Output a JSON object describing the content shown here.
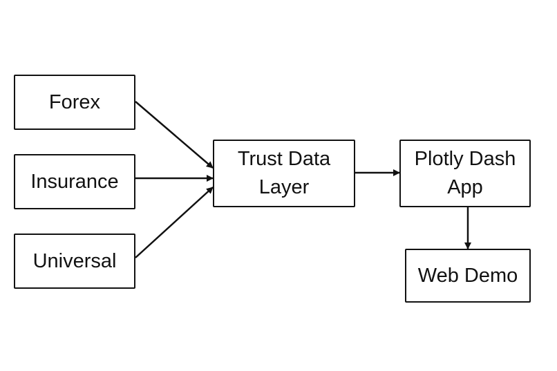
{
  "diagram": {
    "nodes": {
      "forex": {
        "label": "Forex"
      },
      "insurance": {
        "label": "Insurance"
      },
      "universal": {
        "label": "Universal"
      },
      "trust_data_layer": {
        "line1": "Trust Data",
        "line2": "Layer"
      },
      "plotly_dash_app": {
        "line1": "Plotly Dash",
        "line2": "App"
      },
      "web_demo": {
        "label": "Web Demo"
      }
    },
    "edges": [
      {
        "from": "forex",
        "to": "trust_data_layer"
      },
      {
        "from": "insurance",
        "to": "trust_data_layer"
      },
      {
        "from": "universal",
        "to": "trust_data_layer"
      },
      {
        "from": "trust_data_layer",
        "to": "plotly_dash_app"
      },
      {
        "from": "plotly_dash_app",
        "to": "web_demo"
      }
    ],
    "colors": {
      "stroke": "#111111",
      "background": "#ffffff"
    }
  }
}
